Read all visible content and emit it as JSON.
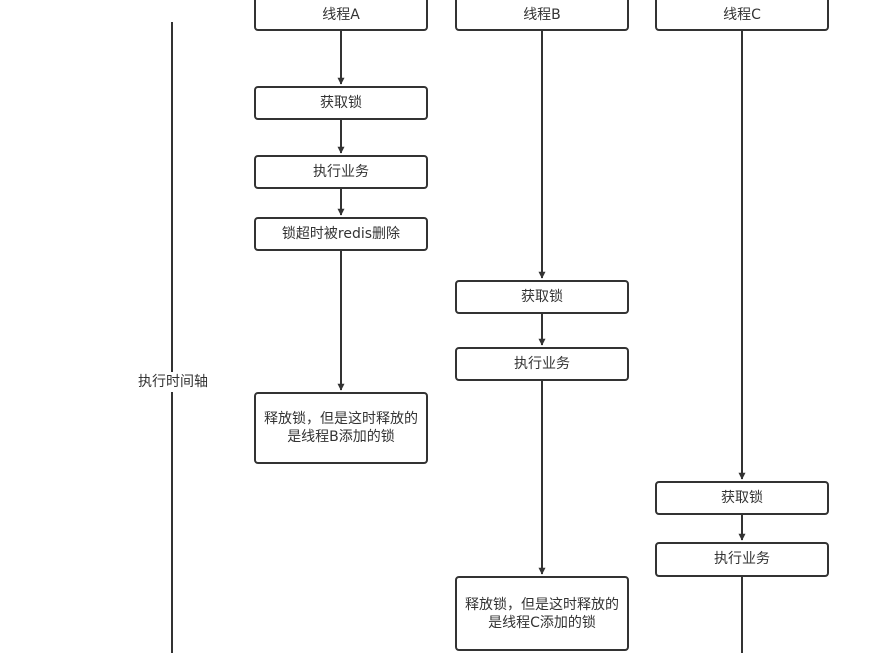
{
  "timeline": {
    "label": "执行时间轴"
  },
  "thread_a": {
    "header": "线程A",
    "steps": [
      "获取锁",
      "执行业务",
      "锁超时被redis删除",
      "释放锁，但是这时释放的是线程B添加的锁"
    ]
  },
  "thread_b": {
    "header": "线程B",
    "steps": [
      "获取锁",
      "执行业务",
      "释放锁，但是这时释放的是线程C添加的锁"
    ]
  },
  "thread_c": {
    "header": "线程C",
    "steps": [
      "获取锁",
      "执行业务"
    ]
  },
  "colors": {
    "stroke": "#333333",
    "text": "#333333",
    "background": "#ffffff"
  }
}
